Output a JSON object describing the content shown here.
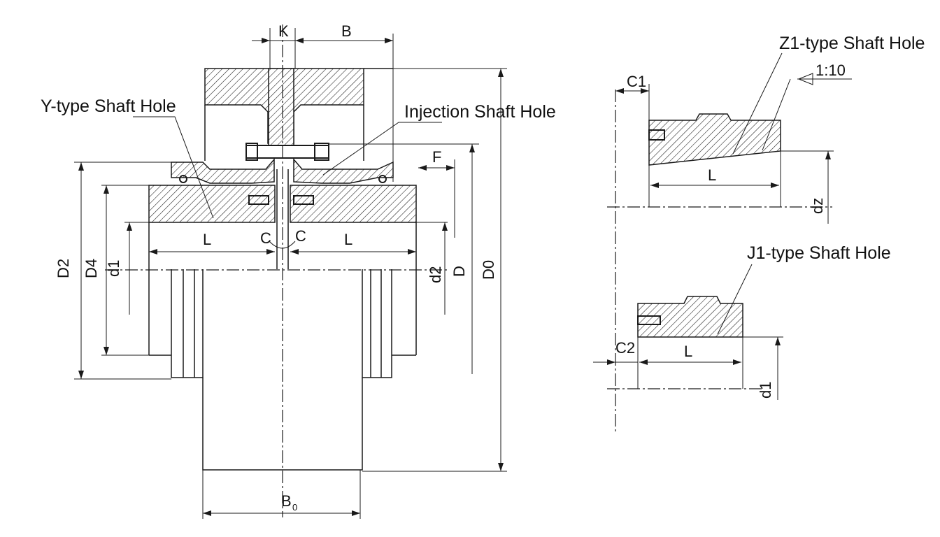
{
  "labels": {
    "y_type": "Y-type Shaft Hole",
    "injection": "Injection Shaft Hole",
    "z1_type": "Z1-type Shaft Hole",
    "j1_type": "J1-type Shaft Hole",
    "taper": "1:10"
  },
  "dimensions": {
    "K": "K",
    "B": "B",
    "F": "F",
    "L_left": "L",
    "L_right": "L",
    "C_left": "C",
    "C_right": "C",
    "D2": "D2",
    "D4": "D4",
    "d1_main": "d1",
    "d2": "d2",
    "D": "D",
    "D0": "D0",
    "B0_main": "B",
    "B0_sub": "0",
    "C1": "C1",
    "L_z1": "L",
    "dz": "dz",
    "C2": "C2",
    "L_j1": "L",
    "d1_j1": "d1"
  },
  "colors": {
    "line": "#1a1a1a",
    "background": "#ffffff"
  }
}
